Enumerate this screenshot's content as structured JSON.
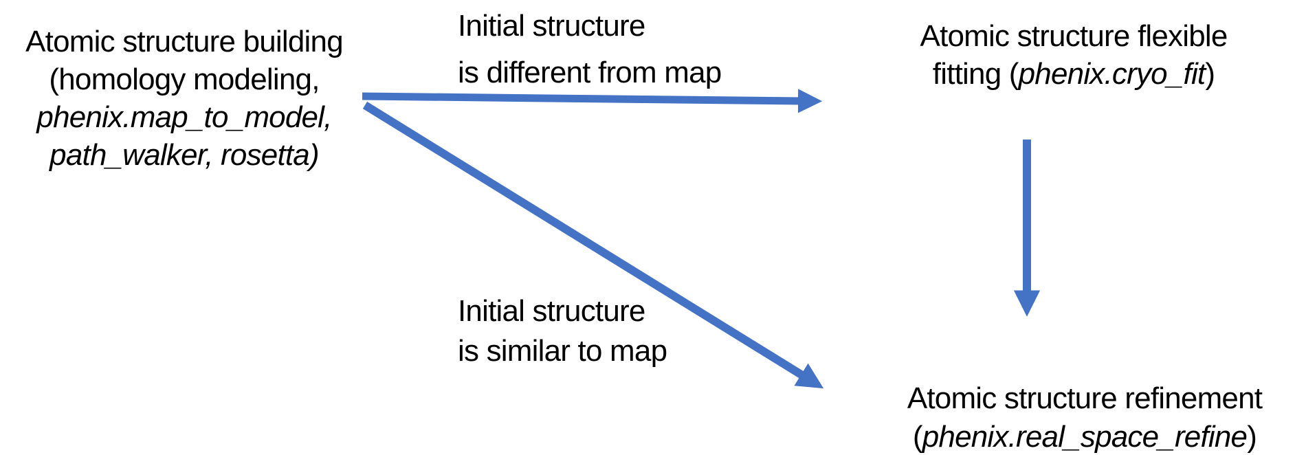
{
  "diagram": {
    "background": "#ffffff",
    "text_color": "#000000",
    "arrow_color": "#4472C4"
  },
  "nodes": {
    "structure_building": {
      "line1": "Atomic structure building",
      "line2": "(homology modeling,",
      "line3_italic": "phenix.map_to_model,",
      "line4_italic": "path_walker, rosetta)"
    },
    "flexible_fitting": {
      "line1": "Atomic structure flexible",
      "line2_prefix": "fitting (",
      "line2_program_italic": "phenix.cryo_fit",
      "line2_suffix": ")"
    },
    "refinement": {
      "line1": "Atomic structure refinement",
      "line2_prefix": "(",
      "line2_program_italic": "phenix.real_space_refine",
      "line2_suffix": ")"
    }
  },
  "edge_labels": {
    "different_from_map": {
      "line1": "Initial structure",
      "line2": "is different from map"
    },
    "similar_to_map": {
      "line1": "Initial structure",
      "line2": "is similar to map"
    }
  }
}
